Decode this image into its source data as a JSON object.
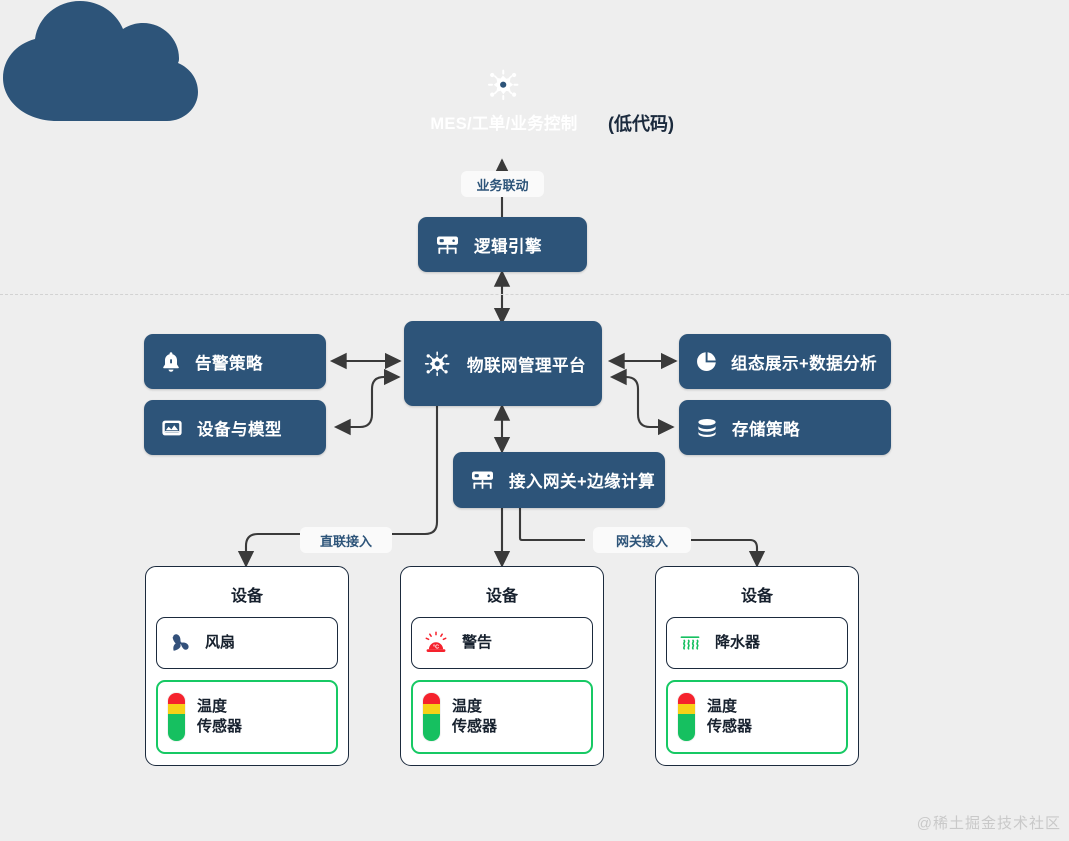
{
  "diagram": {
    "title_note": "(低代码)",
    "cloud": {
      "label": "MES/工单/业务控制",
      "icon": "iot-chip-icon"
    },
    "edges": {
      "business_link": "业务联动",
      "direct_access": "直联接入",
      "gateway_access": "网关接入"
    },
    "logic_engine": {
      "label": "逻辑引擎",
      "icon": "gateway-device-icon"
    },
    "platform": {
      "label": "物联网管理平台",
      "icon": "iot-chip-icon"
    },
    "left_nodes": [
      {
        "label": "告警策略",
        "icon": "bell-icon"
      },
      {
        "label": "设备与模型",
        "icon": "device-model-icon"
      }
    ],
    "right_nodes": [
      {
        "label": "组态展示+数据分析",
        "icon": "pie-chart-icon"
      },
      {
        "label": "存储策略",
        "icon": "database-icon"
      }
    ],
    "gateway": {
      "label": "接入网关+边缘计算",
      "icon": "gateway-device-icon"
    },
    "device_cards": [
      {
        "title": "设备",
        "items": [
          {
            "label": "风扇",
            "icon": "fan-icon",
            "highlight": false
          },
          {
            "label_line1": "温度",
            "label_line2": "传感器",
            "icon": "temperature-gauge-icon",
            "highlight": true
          }
        ]
      },
      {
        "title": "设备",
        "items": [
          {
            "label": "警告",
            "icon": "alarm-siren-icon",
            "highlight": false
          },
          {
            "label_line1": "温度",
            "label_line2": "传感器",
            "icon": "temperature-gauge-icon",
            "highlight": true
          }
        ]
      },
      {
        "title": "设备",
        "items": [
          {
            "label": "降水器",
            "icon": "sprinkler-icon",
            "highlight": false
          },
          {
            "label_line1": "温度",
            "label_line2": "传感器",
            "icon": "temperature-gauge-icon",
            "highlight": true
          }
        ]
      }
    ],
    "watermark": "@稀土掘金技术社区",
    "colors": {
      "node_blue": "#2d5479",
      "background": "#eeeeee",
      "highlight_green": "#17c964",
      "outline_dark": "#1b2a3d",
      "chip_text": "#2d5479"
    }
  }
}
